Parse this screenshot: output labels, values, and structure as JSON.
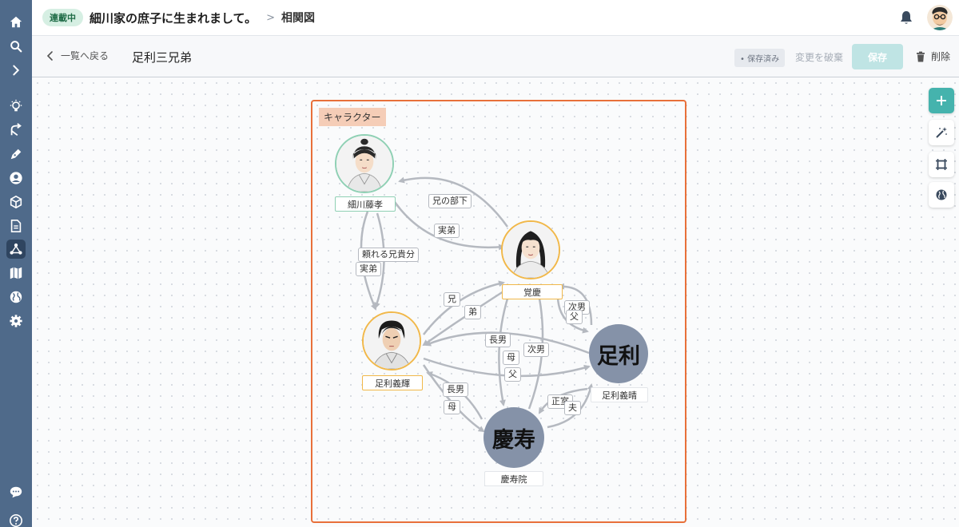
{
  "header": {
    "status_badge": "連載中",
    "title": "細川家の庶子に生まれまして。",
    "separator": ">",
    "section": "相関図"
  },
  "toolbar": {
    "back_label": "一覧へ戻る",
    "doc_title": "足利三兄弟",
    "saved_label": "• 保存済み",
    "discard_label": "変更を破棄",
    "save_label": "保存",
    "delete_label": "削除"
  },
  "frame": {
    "label": "キャラクター",
    "accent_color": "#e8703a"
  },
  "characters": [
    {
      "id": "hosokawa",
      "name": "細川藤孝",
      "ring_color": "#8fd0b4",
      "type": "portrait"
    },
    {
      "id": "kakukei",
      "name": "覚慶",
      "ring_color": "#f1b84a",
      "type": "portrait"
    },
    {
      "id": "yoshiteru",
      "name": "足利義輝",
      "ring_color": "#f1b84a",
      "type": "portrait"
    },
    {
      "id": "yoshiharu",
      "name": "足利義晴",
      "circle_text": "足利",
      "type": "initials"
    },
    {
      "id": "keijuin",
      "name": "慶寿院",
      "circle_text": "慶寿",
      "type": "initials"
    }
  ],
  "edge_labels": {
    "e1": "兄の部下",
    "e2": "実弟",
    "e3": "頼れる兄貴分",
    "e4": "実弟",
    "e5": "兄",
    "e6": "弟",
    "e7": "次男",
    "e8": "父",
    "e9": "長男",
    "e10": "母",
    "e11": "父",
    "e12": "次男",
    "e13": "長男",
    "e14": "母",
    "e15": "正室",
    "e16": "夫"
  },
  "side_tools": [
    {
      "name": "add",
      "icon": "plus-icon"
    },
    {
      "name": "magic",
      "icon": "magic-wand-icon"
    },
    {
      "name": "fit",
      "icon": "frame-icon"
    },
    {
      "name": "globe",
      "icon": "globe-icon"
    }
  ],
  "colors": {
    "rail": "#4f6a8a",
    "node_circle": "#8592a8",
    "edge": "#b5b9c0",
    "primary": "#45b3ad"
  }
}
